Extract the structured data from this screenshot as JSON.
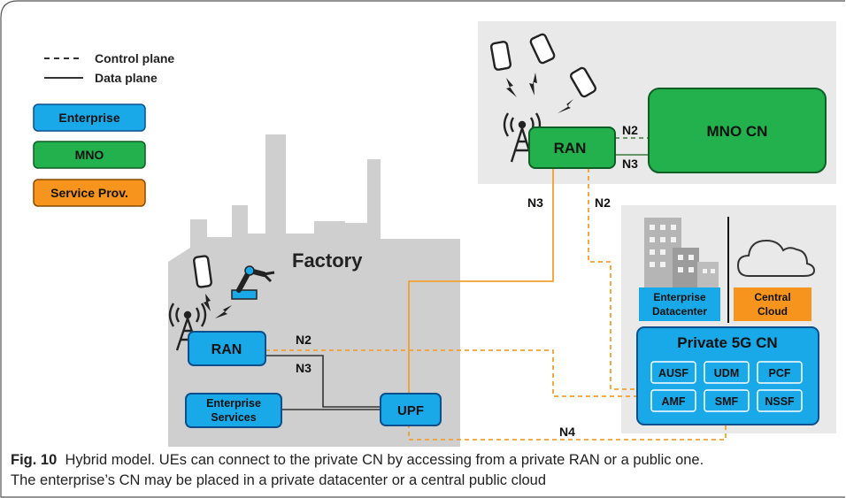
{
  "legend": {
    "control_plane": "Control plane",
    "data_plane": "Data plane",
    "enterprise": "Enterprise",
    "mno": "MNO",
    "service_prov": "Service Prov."
  },
  "colors": {
    "enterprise": "#1aa9e8",
    "mno": "#22b14c",
    "service_prov": "#f7941d",
    "line_orange": "#f0a030",
    "backdrop": "#e6e6e6",
    "factory": "#cfcfcf"
  },
  "factory": {
    "title": "Factory",
    "ran": "RAN",
    "enterprise_services": [
      "Enterprise",
      "Services"
    ],
    "upf": "UPF"
  },
  "public": {
    "ran": "RAN",
    "mno_cn": "MNO CN"
  },
  "cloud_side": {
    "enterprise_datacenter": [
      "Enterprise",
      "Datacenter"
    ],
    "central_cloud": [
      "Central",
      "Cloud"
    ],
    "private_cn_title": "Private 5G CN",
    "functions": [
      "AUSF",
      "UDM",
      "PCF",
      "AMF",
      "SMF",
      "NSSF"
    ]
  },
  "interfaces": {
    "n2_mno": "N2",
    "n3_mno": "N3",
    "n3_public": "N3",
    "n2_public": "N2",
    "n2_factory": "N2",
    "n3_factory": "N3",
    "n4": "N4"
  },
  "caption": {
    "label": "Fig. 10",
    "line1": "Hybrid model. UEs can connect to the private CN by accessing from a private RAN or a public one.",
    "line2": "The enterprise’s CN may be placed in a private datacenter or a central public cloud"
  }
}
